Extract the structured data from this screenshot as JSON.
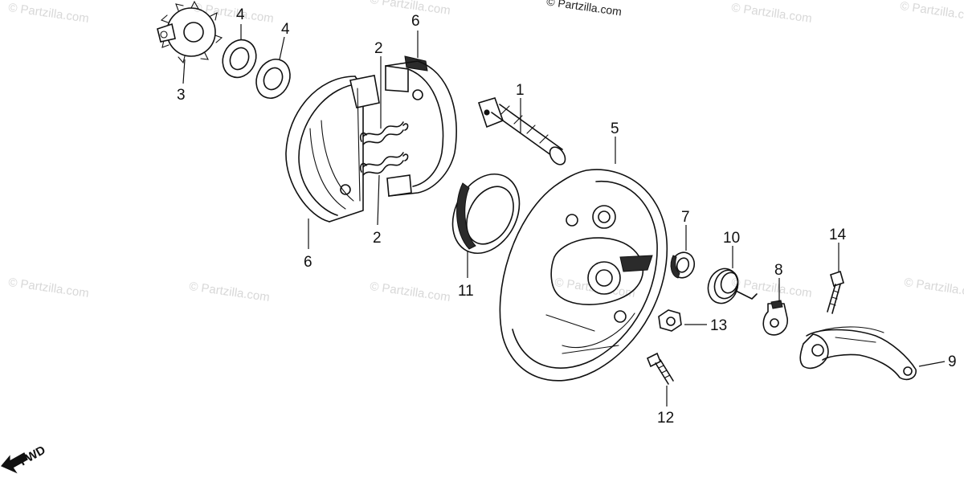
{
  "watermarks": {
    "main": "© Partzilla.com",
    "repeat": "© Partzilla.com"
  },
  "callouts": {
    "c1": "1",
    "c2a": "2",
    "c2b": "2",
    "c3": "3",
    "c4a": "4",
    "c4b": "4",
    "c5": "5",
    "c6a": "6",
    "c6b": "6",
    "c7": "7",
    "c8": "8",
    "c9": "9",
    "c10": "10",
    "c11": "11",
    "c12": "12",
    "c13": "13",
    "c14": "14"
  },
  "fwd_label": "FWD"
}
